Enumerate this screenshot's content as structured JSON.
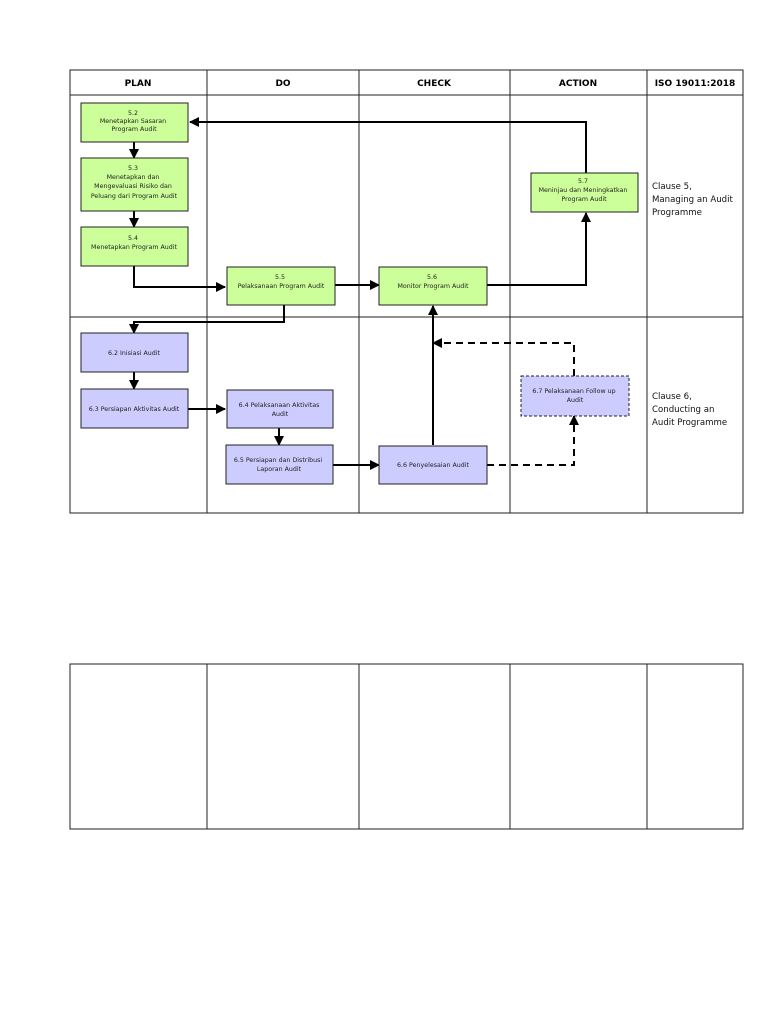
{
  "columns": [
    "PLAN",
    "DO",
    "CHECK",
    "ACTION",
    "ISO 19011:2018"
  ],
  "clauses": {
    "c5": [
      "Clause 5,",
      "Managing an Audit",
      "Programme"
    ],
    "c6": [
      "Clause 6,",
      "Conducting an",
      "Audit Programme"
    ]
  },
  "boxes": {
    "b52": [
      "5.2",
      "Menetapkan Sasaran",
      "Program Audit"
    ],
    "b53": [
      "5.3",
      "Menetapkan dan",
      "Mengevaluasi Risiko dan",
      "Peluang dari Program Audit"
    ],
    "b54": [
      "5.4",
      "Menetapkan Program Audit"
    ],
    "b55": [
      "5.5",
      "Pelaksanaan Program Audit"
    ],
    "b56": [
      "5.6",
      "Monitor Program Audit"
    ],
    "b57": [
      "5.7",
      "Meninjau dan Meningkatkan",
      "Program Audit"
    ],
    "b62": [
      "6.2 Inisiasi Audit"
    ],
    "b63": [
      "6.3 Persiapan Aktivitas Audit"
    ],
    "b64": [
      "6.4 Pelaksanaan Aktivitas",
      "Audit"
    ],
    "b65": [
      "6.5 Persiapan dan Distribusi",
      "Laporan Audit"
    ],
    "b66": [
      "6.6 Penyelesaian Audit"
    ],
    "b67": [
      "6.7 Pelaksanaan Follow up",
      "Audit"
    ]
  },
  "colors": {
    "green_fill": "#ccff99",
    "purple_fill": "#ccccff",
    "border": "#222222",
    "line": "#000000"
  }
}
